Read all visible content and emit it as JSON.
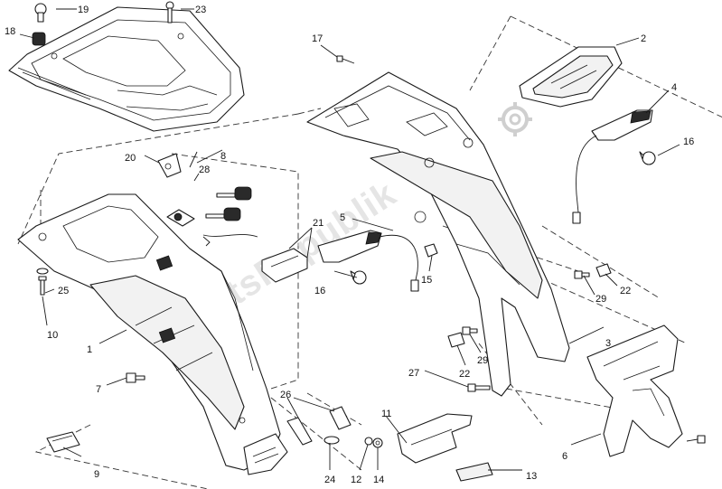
{
  "watermark": {
    "text": "PartsRepublik",
    "color": "#cfcfcf"
  },
  "callouts": {
    "c1": "1",
    "c2": "2",
    "c3": "3",
    "c4": "4",
    "c5": "5",
    "c6": "6",
    "c7": "7",
    "c8": "8",
    "c9": "9",
    "c10": "10",
    "c11": "11",
    "c12": "12",
    "c13": "13",
    "c14": "14",
    "c15": "15",
    "c16a": "16",
    "c16b": "16",
    "c17": "17",
    "c18": "18",
    "c19": "19",
    "c20": "20",
    "c21": "21",
    "c22a": "22",
    "c22b": "22",
    "c23": "23",
    "c24": "24",
    "c25": "25",
    "c26": "26",
    "c27": "27",
    "c28": "28",
    "c29a": "29",
    "c29b": "29"
  },
  "icons": {
    "watermark_logo": "gear-icon"
  }
}
